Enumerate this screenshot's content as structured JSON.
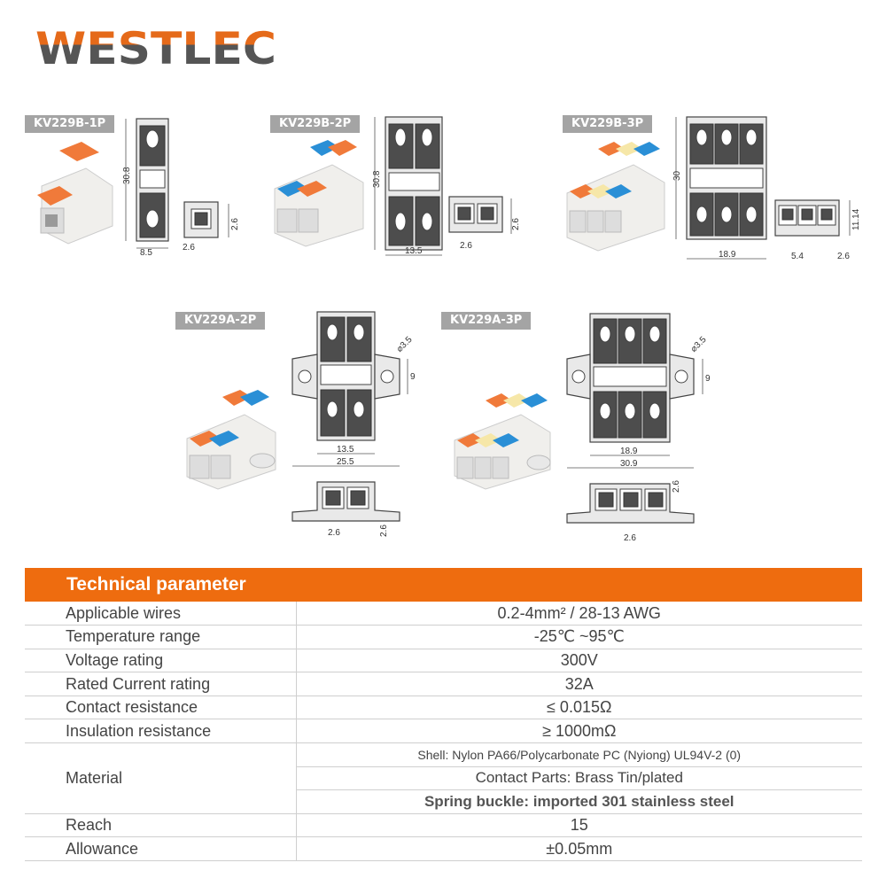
{
  "brand": {
    "name": "WESTLEC",
    "colors": {
      "primary": "#e56a1a",
      "secondary": "#555555"
    }
  },
  "products": [
    {
      "model": "KV229B-1P",
      "dims": {
        "height": "30.8",
        "width": "8.5",
        "pitch": "2.6",
        "side_h": "2.6"
      }
    },
    {
      "model": "KV229B-2P",
      "dims": {
        "height": "30.8",
        "width": "13.5",
        "pitch": "2.6",
        "side_h": "2.6"
      }
    },
    {
      "model": "KV229B-3P",
      "dims": {
        "height": "30",
        "width": "18.9",
        "pitch_a": "5.4",
        "pitch_b": "2.6",
        "side_h": "11.14"
      }
    },
    {
      "model": "KV229A-2P",
      "dims": {
        "hole": "⌀3.5",
        "ear_h": "9",
        "width": "13.5",
        "overall": "25.5",
        "pitch": "2.6",
        "side_h": "2.6"
      }
    },
    {
      "model": "KV229A-3P",
      "dims": {
        "hole": "⌀3.5",
        "ear_h": "9",
        "width": "18.9",
        "overall": "30.9",
        "pitch": "2.6",
        "side_h": "2.6"
      }
    }
  ],
  "lever_colors": {
    "orange": "#f07a3a",
    "blue": "#2a8fd6",
    "yellow": "#f6e7a8"
  },
  "tech": {
    "title": "Technical parameter",
    "header_color": "#ee6c0f",
    "rows": [
      {
        "param": "Applicable wires",
        "value": "0.2-4mm² / 28-13 AWG"
      },
      {
        "param": "Temperature range",
        "value": "-25℃ ~95℃"
      },
      {
        "param": "Voltage rating",
        "value": "300V"
      },
      {
        "param": "Rated Current rating",
        "value": "32A"
      },
      {
        "param": "Contact resistance",
        "value": "≤ 0.015Ω"
      },
      {
        "param": "Insulation resistance",
        "value": "≥ 1000mΩ"
      }
    ],
    "material": {
      "param": "Material",
      "values": [
        "Shell: Nylon PA66/Polycarbonate PC (Nyiong) UL94V-2 (0)",
        "Contact Parts: Brass Tin/plated",
        "Spring buckle: imported 301 stainless steel"
      ]
    },
    "tail_rows": [
      {
        "param": "Reach",
        "value": "15"
      },
      {
        "param": "Allowance",
        "value": "±0.05mm"
      }
    ]
  }
}
